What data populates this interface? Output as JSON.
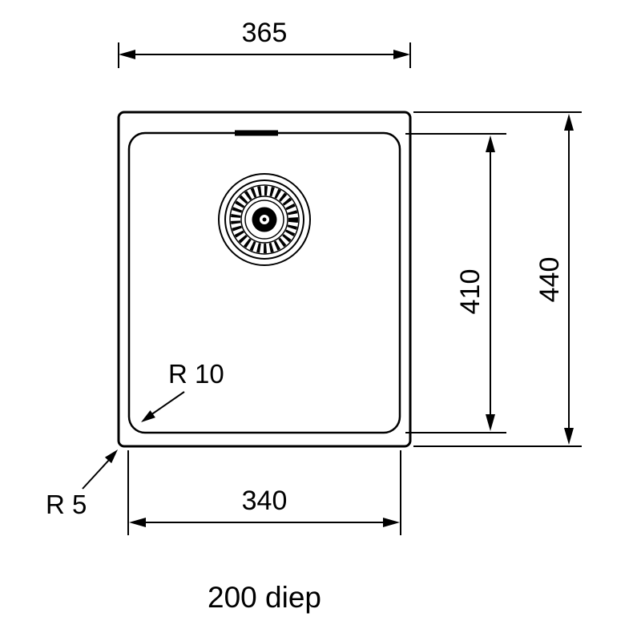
{
  "colors": {
    "line": "#000000",
    "background": "#ffffff"
  },
  "labels": {
    "top_width": "365",
    "inner_height": "410",
    "outer_height": "440",
    "bottom_width": "340",
    "inner_radius": "R 10",
    "outer_radius": "R 5",
    "depth": "200 diep"
  }
}
